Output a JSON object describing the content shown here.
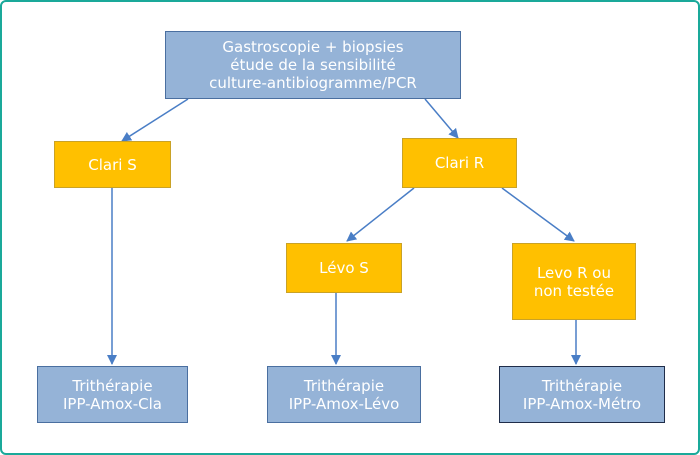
{
  "colors": {
    "frame": "#1aa99a",
    "blue_box": "#95b3d7",
    "yellow_box": "#ffc000",
    "connector": "#4a7ec6"
  },
  "nodes": {
    "root": "Gastroscopie + biopsies\nétude de la sensibilité\nculture-antibiogramme/PCR",
    "clari_s": "Clari S",
    "clari_r": "Clari R",
    "levo_s": "Lévo S",
    "levo_r": "Levo R ou\nnon testée",
    "treat_cla": "Trithérapie\nIPP-Amox-Cla",
    "treat_levo": "Trithérapie\nIPP-Amox-Lévo",
    "treat_metro": "Trithérapie\nIPP-Amox-Métro"
  }
}
